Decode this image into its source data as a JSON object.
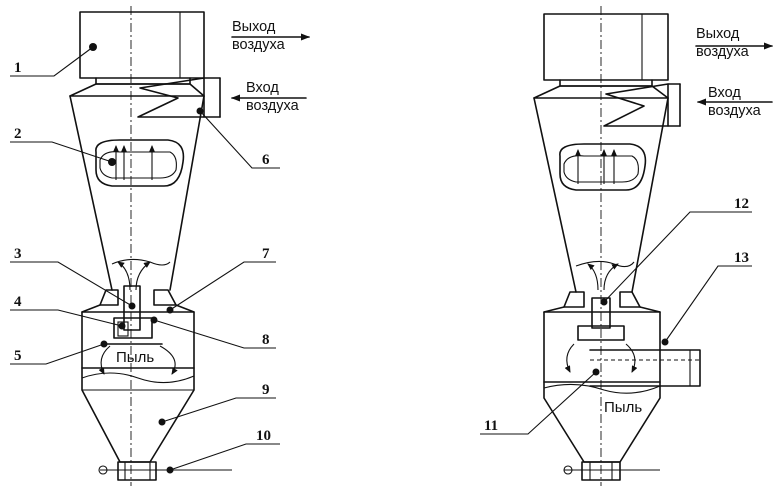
{
  "texts": {
    "air_outlet_line1": "Выход",
    "air_outlet_line2": "воздуха",
    "air_inlet_line1": "Вход",
    "air_inlet_line2": "воздуха",
    "dust": "Пыль"
  },
  "labels": {
    "n1": "1",
    "n2": "2",
    "n3": "3",
    "n4": "4",
    "n5": "5",
    "n6": "6",
    "n7": "7",
    "n8": "8",
    "n9": "9",
    "n10": "10",
    "n11": "11",
    "n12": "12",
    "n13": "13"
  },
  "colors": {
    "ink": "#111111",
    "paper": "#ffffff"
  }
}
